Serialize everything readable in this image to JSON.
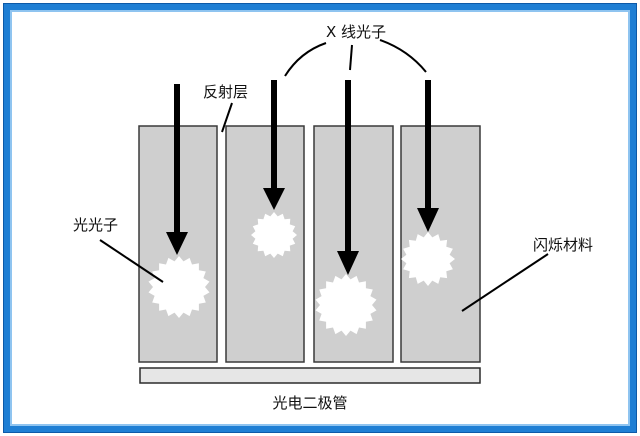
{
  "labels": {
    "xray_photons": "X 线光子",
    "reflective_layer": "反射层",
    "light_photons": "光光子",
    "scintillator": "闪烁材料",
    "photodiode": "光电二极管"
  },
  "colors": {
    "frame": "#1f7fd4",
    "column_fill": "#cfcfcf",
    "column_stroke": "#3a3a3a",
    "arrow": "#000000",
    "burst": "#ffffff"
  }
}
